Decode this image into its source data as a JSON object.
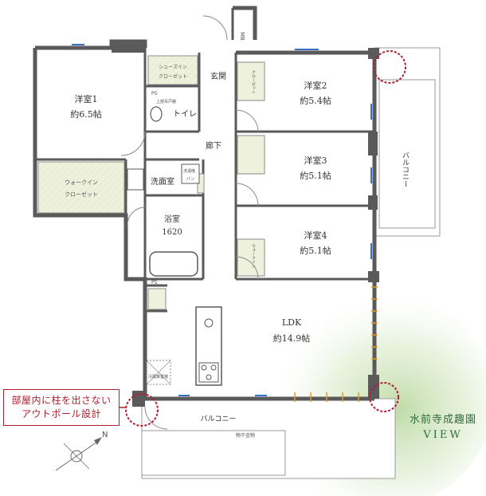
{
  "rooms": {
    "western1_name": "洋室1",
    "western1_size": "約6.5帖",
    "western2_name": "洋室2",
    "western2_size": "約5.4帖",
    "western3_name": "洋室3",
    "western3_size": "約5.1帖",
    "western4_name": "洋室4",
    "western4_size": "約5.1帖",
    "ldk_name": "LDK",
    "ldk_size": "約14.9帖",
    "bath_name": "浴室",
    "bath_size": "1620",
    "washroom": "洗面室",
    "toilet": "トイレ",
    "hallway": "廊下",
    "entrance": "玄関",
    "balcony_east": "バルコニー",
    "balcony_south": "バルコニー",
    "walkin_line1": "ウォークイン",
    "walkin_line2": "クローゼット",
    "shoes_line1": "シューズイン",
    "shoes_line2": "クローゼット",
    "storage_south": "物干金物",
    "mb": "MB",
    "ps_top": "PS",
    "ps_bottom": "PS",
    "toilet_shelf": "上部吊戸棚",
    "fridge": "冷蔵庫置場",
    "wm_line1": "洗濯機",
    "wm_line2": "パン",
    "closet_vertical": "クローゼット",
    "walkin_vertical": "ウォークイン"
  },
  "callout": {
    "line1": "部屋内に柱を出さない",
    "line2": "アウトポール設計"
  },
  "view": {
    "jp": "水前寺成趣園",
    "en": "VIEW"
  },
  "compass": {
    "north": "N"
  },
  "colors": {
    "wall": "#5a5a5a",
    "closet_fill": "#eef2dc",
    "pillar_circle": "#b02030",
    "callout_text": "#b02030",
    "view_green": "#2f6b3c",
    "window_blue": "#3a6fc4",
    "window_orange": "#e8962a"
  }
}
